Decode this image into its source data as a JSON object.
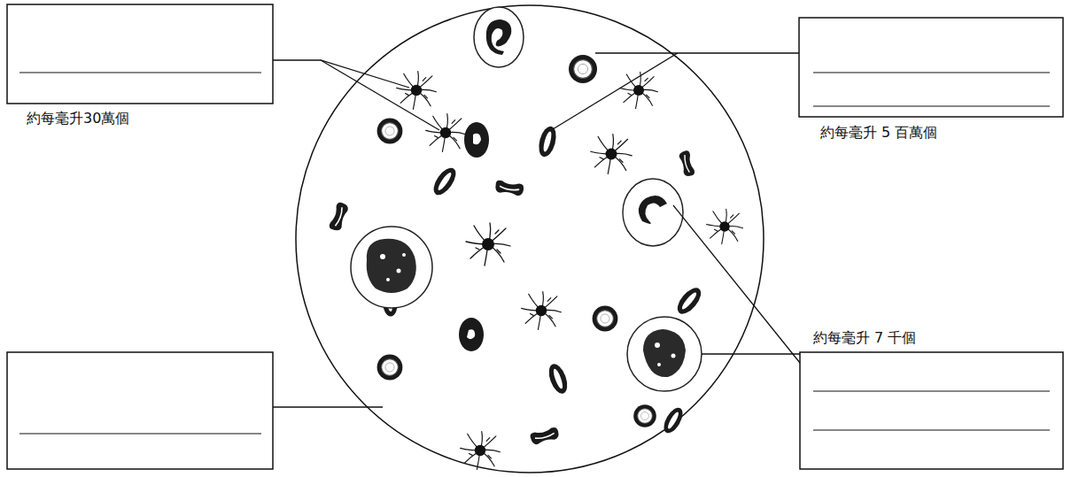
{
  "diagram": {
    "labels": [
      "約每毫升30萬個",
      "約每毫升 5 百萬個",
      "約每毫升 7 千個"
    ]
  }
}
